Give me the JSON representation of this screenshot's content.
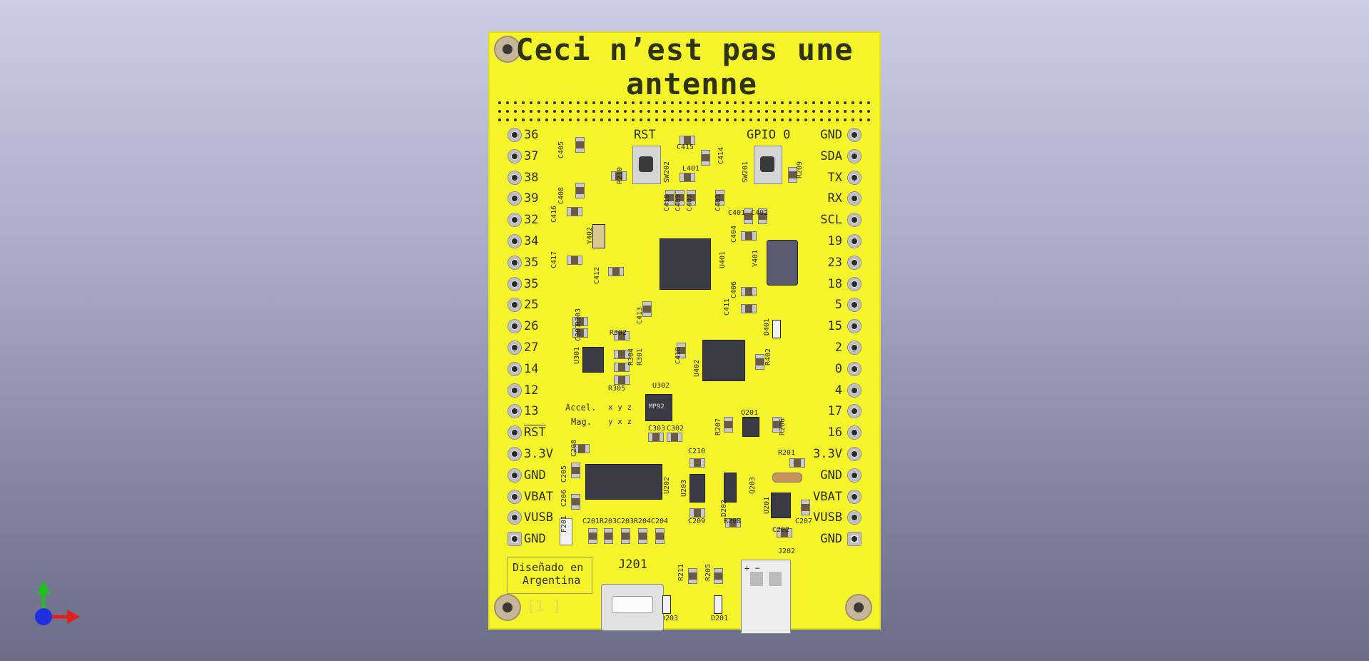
{
  "board": {
    "title_line1": "Ceci n’est pas une",
    "title_line2": "antenne",
    "footer_text_line1": "Diseñado en",
    "footer_text_line2": "Argentina",
    "revision_mark": "[1  ]",
    "usb_connector_label": "J201",
    "battery_connector_label": "J202"
  },
  "left_header_pins": [
    "36",
    "37",
    "38",
    "39",
    "32",
    "34",
    "35",
    "35",
    "25",
    "26",
    "27",
    "14",
    "12",
    "13",
    "RST",
    "3.3V",
    "GND",
    "VBAT",
    "VUSB",
    "GND"
  ],
  "right_header_pins": [
    "GND",
    "SDA",
    "TX",
    "RX",
    "SCL",
    "19",
    "23",
    "18",
    "5",
    "15",
    "2",
    "0",
    "4",
    "17",
    "16",
    "3.3V",
    "GND",
    "VBAT",
    "VUSB",
    "GND"
  ],
  "buttons": {
    "rst": "RST",
    "gpio0": "GPIO 0"
  },
  "silkscreen": {
    "accel_label": "Accel.",
    "mag_label": "Mag.",
    "axes_accel": "x  y  z",
    "axes_mag": "y  x  z",
    "ic_marking": "MP92"
  },
  "refs": [
    "C405",
    "C408",
    "C416",
    "C417",
    "C412",
    "C413",
    "C415",
    "C414",
    "C410",
    "C409",
    "C407",
    "C403",
    "C401",
    "C402",
    "C404",
    "C406",
    "C411",
    "C418",
    "R210",
    "SW202",
    "SW201",
    "R209",
    "L401",
    "Y402",
    "Y401",
    "U401",
    "U402",
    "D401",
    "R402",
    "R303",
    "C301",
    "R302",
    "R304",
    "R301",
    "U301",
    "R305",
    "U302",
    "C303",
    "C302",
    "C208",
    "C205",
    "C206",
    "F201",
    "C201",
    "R203",
    "C203",
    "R204",
    "C204",
    "U202",
    "C210",
    "C209",
    "U203",
    "D202",
    "R208",
    "Q203",
    "R201",
    "U201",
    "C202",
    "C207",
    "R207",
    "Q201",
    "R206",
    "R211",
    "R205",
    "D203",
    "D201"
  ],
  "colors": {
    "board": "#f5f42a",
    "silk": "#2d2e14",
    "background_top": "#cccde4",
    "background_bottom": "#6c6e88"
  },
  "axis_gizmo": {
    "x_color": "#e02020",
    "y_color": "#20c020",
    "z_color": "#2030e0"
  }
}
